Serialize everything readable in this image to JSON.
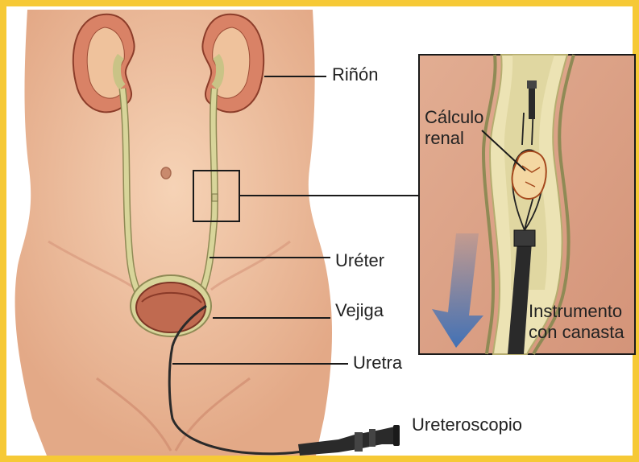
{
  "colors": {
    "frame": "#f6c936",
    "skin": "#efc5a5",
    "skin_shade": "#d89a78",
    "kidney": "#c06a50",
    "ureter": "#d8d59a",
    "bladder": "#b8614e",
    "inset_bg": "#dba286",
    "arrow": "#3a6fb8",
    "instrument": "#2a2a2a"
  },
  "labels": {
    "kidney": "Riñón",
    "ureter": "Uréter",
    "bladder": "Vejiga",
    "urethra": "Uretra",
    "ureteroscope": "Ureteroscopio",
    "stone_line1": "Cálculo",
    "stone_line2": "renal",
    "instrument_line1": "Instrumento",
    "instrument_line2": "con canasta"
  }
}
